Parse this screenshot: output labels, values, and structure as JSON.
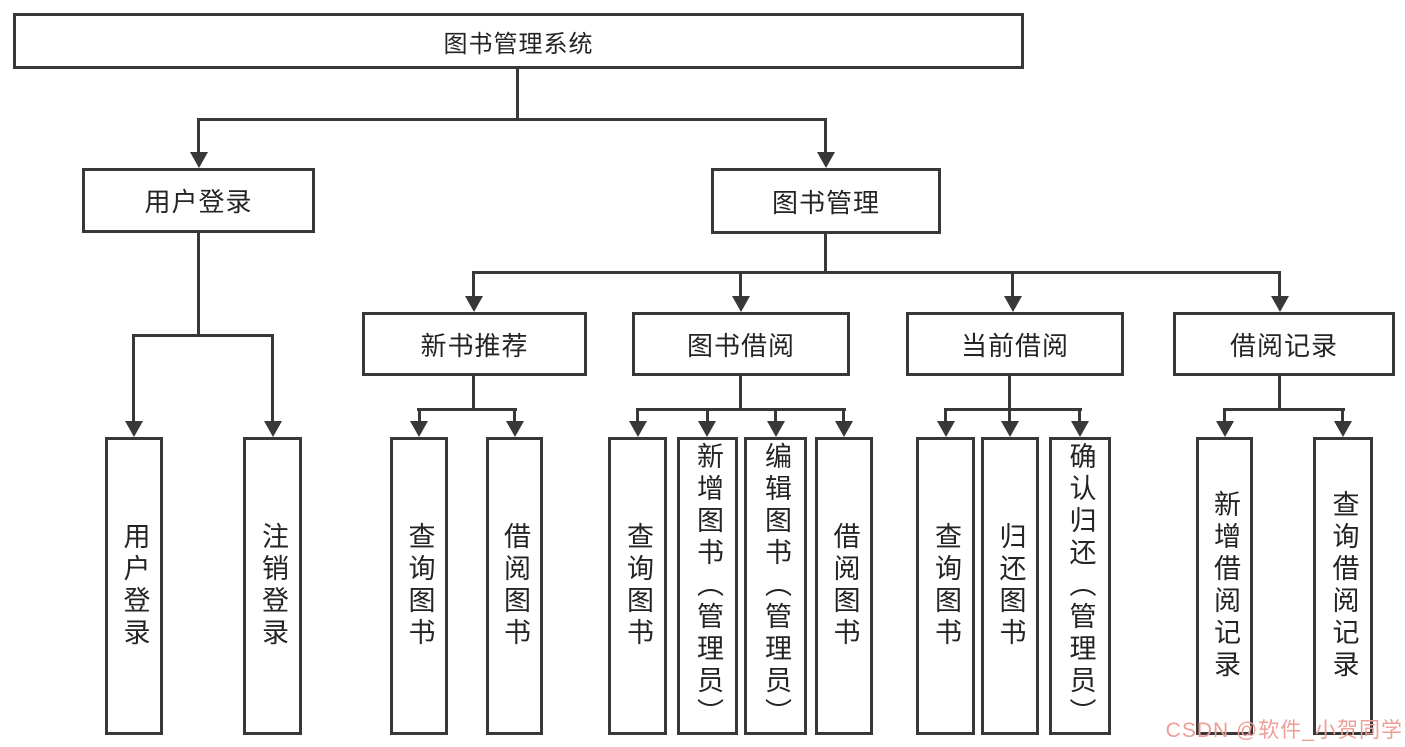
{
  "tree": {
    "root": "图书管理系统",
    "login_branch": {
      "label": "用户登录",
      "leaves": [
        "用户登录",
        "注销登录"
      ]
    },
    "management_branch": {
      "label": "图书管理",
      "sections": [
        {
          "label": "新书推荐",
          "leaves": [
            "查询图书",
            "借阅图书"
          ]
        },
        {
          "label": "图书借阅",
          "leaves": [
            "查询图书",
            "新增图书（管理员）",
            "编辑图书（管理员）",
            "借阅图书"
          ]
        },
        {
          "label": "当前借阅",
          "leaves": [
            "查询图书",
            "归还图书",
            "确认归还（管理员）"
          ]
        },
        {
          "label": "借阅记录",
          "leaves": [
            "新增借阅记录",
            "查询借阅记录"
          ]
        }
      ]
    }
  },
  "watermark": "CSDN @软件_小贺同学",
  "colors": {
    "line": "#383838",
    "text": "#242424",
    "watermark": "#ef9e97",
    "background": "#ffffff"
  }
}
